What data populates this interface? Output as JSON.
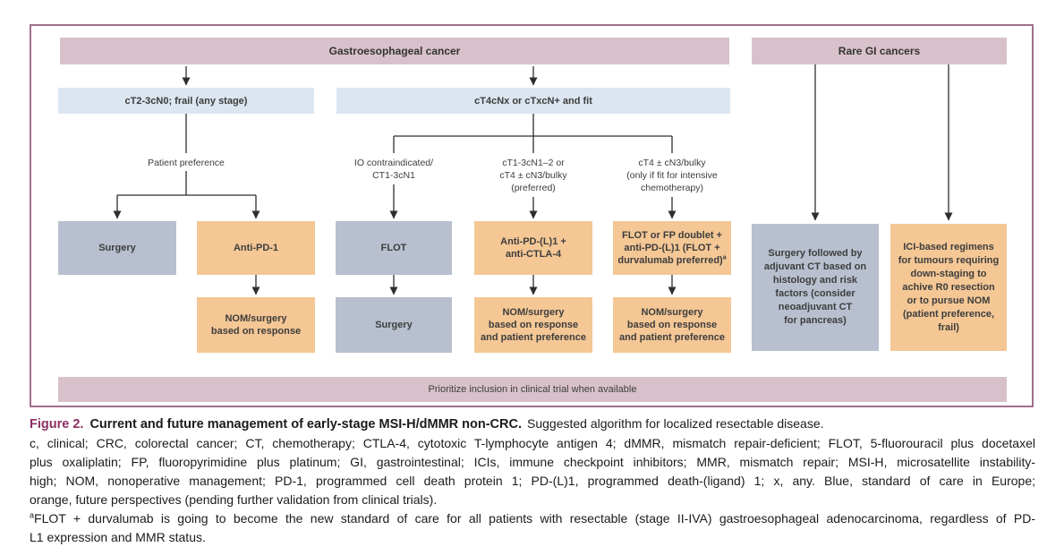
{
  "figure": {
    "headers": {
      "gastro": "Gastroesophageal cancer",
      "rare": "Rare GI cancers"
    },
    "stage_boxes": {
      "left": "cT2-3cN0; frail (any stage)",
      "right": "cT4cNx or cTxcN+ and fit"
    },
    "branch_labels": {
      "patient_preference": "Patient preference",
      "io_contraindicated": "IO contraindicated/\nCT1-3cN1",
      "mid": "cT1-3cN1–2 or\ncT4 ± cN3/bulky\n(preferred)",
      "right": "cT4 ± cN3/bulky\n(only if fit for intensive\nchemotherapy)"
    },
    "boxes": {
      "surgery1": "Surgery",
      "anti_pd1": "Anti-PD-1",
      "flot": "FLOT",
      "anti_pdl1_ctla4": "Anti-PD-(L)1 +\nanti-CTLA-4",
      "flot_fp": "FLOT or FP doublet +\nanti-PD-(L)1 (FLOT +\ndurvalumab preferred)",
      "flot_fp_sup": "a",
      "nom_response": "NOM/surgery\nbased on response",
      "surgery2": "Surgery",
      "nom_pref1": "NOM/surgery\nbased on response\nand patient preference",
      "nom_pref2": "NOM/surgery\nbased on response\nand patient preference",
      "rare_surgery": "Surgery followed by\nadjuvant CT based on\nhistology and risk\nfactors (consider\nneoadjuvant CT\nfor pancreas)",
      "rare_ici": "ICI-based regimens\nfor tumours requiring\ndown-staging to\nachive R0 resection\nor to pursue NOM\n(patient preference, frail)"
    },
    "footer_bar": "Prioritize inclusion in clinical trial when available",
    "colors": {
      "pink": "#d8c1cb",
      "blue": "#dce6f0",
      "gray": "#b8c0cf",
      "orange": "#f4c795",
      "border": "#a06f8a",
      "arrow": "#2e2e2e"
    }
  },
  "caption": {
    "fig_label": "Figure 2.",
    "title_bold": "Current and future management of early-stage MSI-H/dMMR non-CRC.",
    "title_rest": "Suggested algorithm for localized resectable disease.",
    "footnote_sup": "a",
    "lines": [
      "c, clinical; CRC, colorectal cancer; CT, chemotherapy; CTLA-4, cytotoxic T-lymphocyte antigen 4; dMMR, mismatch repair-deficient; FLOT, 5-fluorouracil plus docetaxel",
      "plus oxaliplatin; FP, fluoropyrimidine plus platinum; GI, gastrointestinal; ICIs, immune checkpoint inhibitors; MMR, mismatch repair; MSI-H, microsatellite instability-",
      "high; NOM, nonoperative management; PD-1, programmed cell death protein 1; PD-(L)1, programmed death-(ligand) 1; x, any. Blue, standard of care in Europe;",
      "orange, future perspectives (pending further validation from clinical trials).",
      "FLOT + durvalumab is going to become the new standard of care for all patients with resectable (stage II-IVA) gastroesophageal adenocarcinoma, regardless of PD-",
      "L1 expression and MMR status."
    ]
  }
}
